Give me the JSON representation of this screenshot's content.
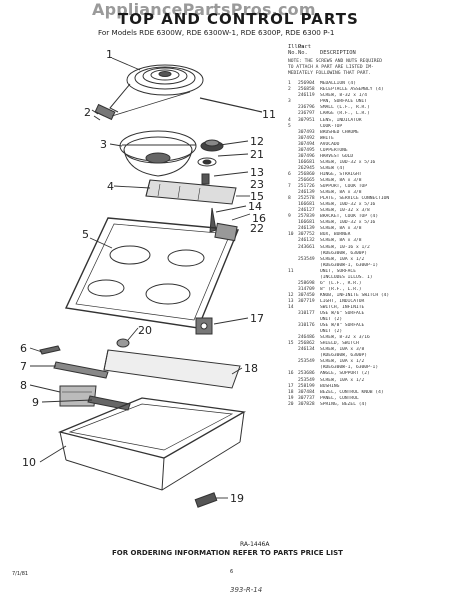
{
  "watermark": "AppliancePartsPros.com",
  "title": "TOP AND CONTROL PARTS",
  "subtitle": "For Models RDE 6300W, RDE 6300W-1, RDE 6300P, RDE 6300 P-1",
  "callouts": [
    "1",
    "2",
    "3",
    "4",
    "5",
    "6",
    "7",
    "8",
    "9",
    "10",
    "11",
    "12",
    "13",
    "14",
    "15",
    "16",
    "17",
    "18",
    "19",
    "20",
    "21",
    "22",
    "23"
  ],
  "parts_header": {
    "col1": "Illus.",
    "col2": "Part",
    "col1b": "No.",
    "col2b": "No.",
    "col3": "DESCRIPTION"
  },
  "note": "NOTE: THE SCREWS AND NUTS REQUIRED\nTO ATTACH A PART ARE LISTED IM-\nMEDIATELY FOLLOWING THAT PART.",
  "parts": [
    {
      "illus": "1",
      "part": "256904",
      "desc": "MEDALLION (4)"
    },
    {
      "illus": "2",
      "part": "256858",
      "desc": "RECEPTACLE ASSEMBLY (4)"
    },
    {
      "illus": "",
      "part": "246119",
      "desc": "SCREW, 8-32 x 1/4"
    },
    {
      "illus": "3",
      "part": "",
      "desc": "PAN, SURFACE UNIT"
    },
    {
      "illus": "",
      "part": "236796",
      "desc": "SMALL (L.F., R.R.)"
    },
    {
      "illus": "",
      "part": "236797",
      "desc": "LARGE (R.F., L.R.)"
    },
    {
      "illus": "4",
      "part": "307951",
      "desc": "LENS, INDICATOR"
    },
    {
      "illus": "5",
      "part": "",
      "desc": "COOK-TOP"
    },
    {
      "illus": "",
      "part": "307493",
      "desc": "BRUSHED CHROME"
    },
    {
      "illus": "",
      "part": "307492",
      "desc": "WHITE"
    },
    {
      "illus": "",
      "part": "307494",
      "desc": "AVOCADO"
    },
    {
      "illus": "",
      "part": "307495",
      "desc": "COPPERTONE"
    },
    {
      "illus": "",
      "part": "307496",
      "desc": "HARVEST GOLD"
    },
    {
      "illus": "",
      "part": "166681",
      "desc": "SCREW, 10D-32 x 5/16"
    },
    {
      "illus": "",
      "part": "262945",
      "desc": "SCREW (4)"
    },
    {
      "illus": "6",
      "part": "256860",
      "desc": "HINGE, STRAIGHT"
    },
    {
      "illus": "",
      "part": "256665",
      "desc": "SCREW, 8A x 3/8"
    },
    {
      "illus": "7",
      "part": "251726",
      "desc": "SUPPORT, COOK TOP"
    },
    {
      "illus": "",
      "part": "246139",
      "desc": "SCREW, 8A x 3/8"
    },
    {
      "illus": "8",
      "part": "252578",
      "desc": "PLATE, SERVICE CONNECTION"
    },
    {
      "illus": "",
      "part": "166681",
      "desc": "SCREW, 10D-32 x 5/16"
    },
    {
      "illus": "",
      "part": "246127",
      "desc": "SCREW, 10-32 x 3/8"
    },
    {
      "illus": "9",
      "part": "257839",
      "desc": "BRACKET, COOK TOP (4)"
    },
    {
      "illus": "",
      "part": "166681",
      "desc": "SCREW, 10D-32 x 5/16"
    },
    {
      "illus": "",
      "part": "246139",
      "desc": "SCREW, 8A x 3/8"
    },
    {
      "illus": "10",
      "part": "307752",
      "desc": "BOX, BURNER"
    },
    {
      "illus": "",
      "part": "246132",
      "desc": "SCREW, 8A x 3/8"
    },
    {
      "illus": "",
      "part": "243661",
      "desc": "SCREW, 10-16 x 1/2"
    },
    {
      "illus": "",
      "part": "",
      "desc": "(RDE6300W, 6300P)"
    },
    {
      "illus": "",
      "part": "253549",
      "desc": "SCREW, 10A x 1/2"
    },
    {
      "illus": "",
      "part": "",
      "desc": "(RDE6300W-1, 6300P-1)"
    },
    {
      "illus": "11",
      "part": "",
      "desc": "UNIT, SURFACE"
    },
    {
      "illus": "",
      "part": "",
      "desc": "(INCLUDES ILLUS. 1)"
    },
    {
      "illus": "",
      "part": "258698",
      "desc": "6\" (L.F., R.R.)"
    },
    {
      "illus": "",
      "part": "314709",
      "desc": "8\" (R.F., L.R.)"
    },
    {
      "illus": "12",
      "part": "307450",
      "desc": "KNOB, INFINITE SWITCH (4)"
    },
    {
      "illus": "13",
      "part": "307719",
      "desc": "LIGHT, INDICATOR"
    },
    {
      "illus": "14",
      "part": "",
      "desc": "SWITCH, INFINITE"
    },
    {
      "illus": "",
      "part": "310177",
      "desc": "USE W/6\" SURFACE"
    },
    {
      "illus": "",
      "part": "",
      "desc": "UNIT (2)"
    },
    {
      "illus": "",
      "part": "310176",
      "desc": "USE W/8\" SURFACE"
    },
    {
      "illus": "",
      "part": "",
      "desc": "UNIT (2)"
    },
    {
      "illus": "",
      "part": "246486",
      "desc": "SCREW, 8-32 x 3/16"
    },
    {
      "illus": "15",
      "part": "256862",
      "desc": "SHIELD, SWITCH"
    },
    {
      "illus": "",
      "part": "246134",
      "desc": "SCREW, 10A x 3/8"
    },
    {
      "illus": "",
      "part": "",
      "desc": "(RDE6300W, 6300P)"
    },
    {
      "illus": "",
      "part": "253549",
      "desc": "SCREW, 10A x 1/2"
    },
    {
      "illus": "",
      "part": "",
      "desc": "(RDE6300W-1, 6300P-1)"
    },
    {
      "illus": "16",
      "part": "253686",
      "desc": "ANGLE, SUPPORT (2)"
    },
    {
      "illus": "",
      "part": "253549",
      "desc": "SCREW, 10A x 1/2"
    },
    {
      "illus": "17",
      "part": "258199",
      "desc": "BUSHING"
    },
    {
      "illus": "18",
      "part": "307484",
      "desc": "BEZEL, CONTROL KNOB (4)"
    },
    {
      "illus": "19",
      "part": "307737",
      "desc": "PANEL, CONTROL"
    },
    {
      "illus": "20",
      "part": "307828",
      "desc": "SPRING, BEZEL (4)"
    }
  ],
  "drawing_no": "RA-1446A",
  "footer": "FOR ORDERING INFORMATION REFER TO PARTS PRICE LIST",
  "page_no": "6",
  "date_code": "7/1/81",
  "handwritten": "393-R-14"
}
